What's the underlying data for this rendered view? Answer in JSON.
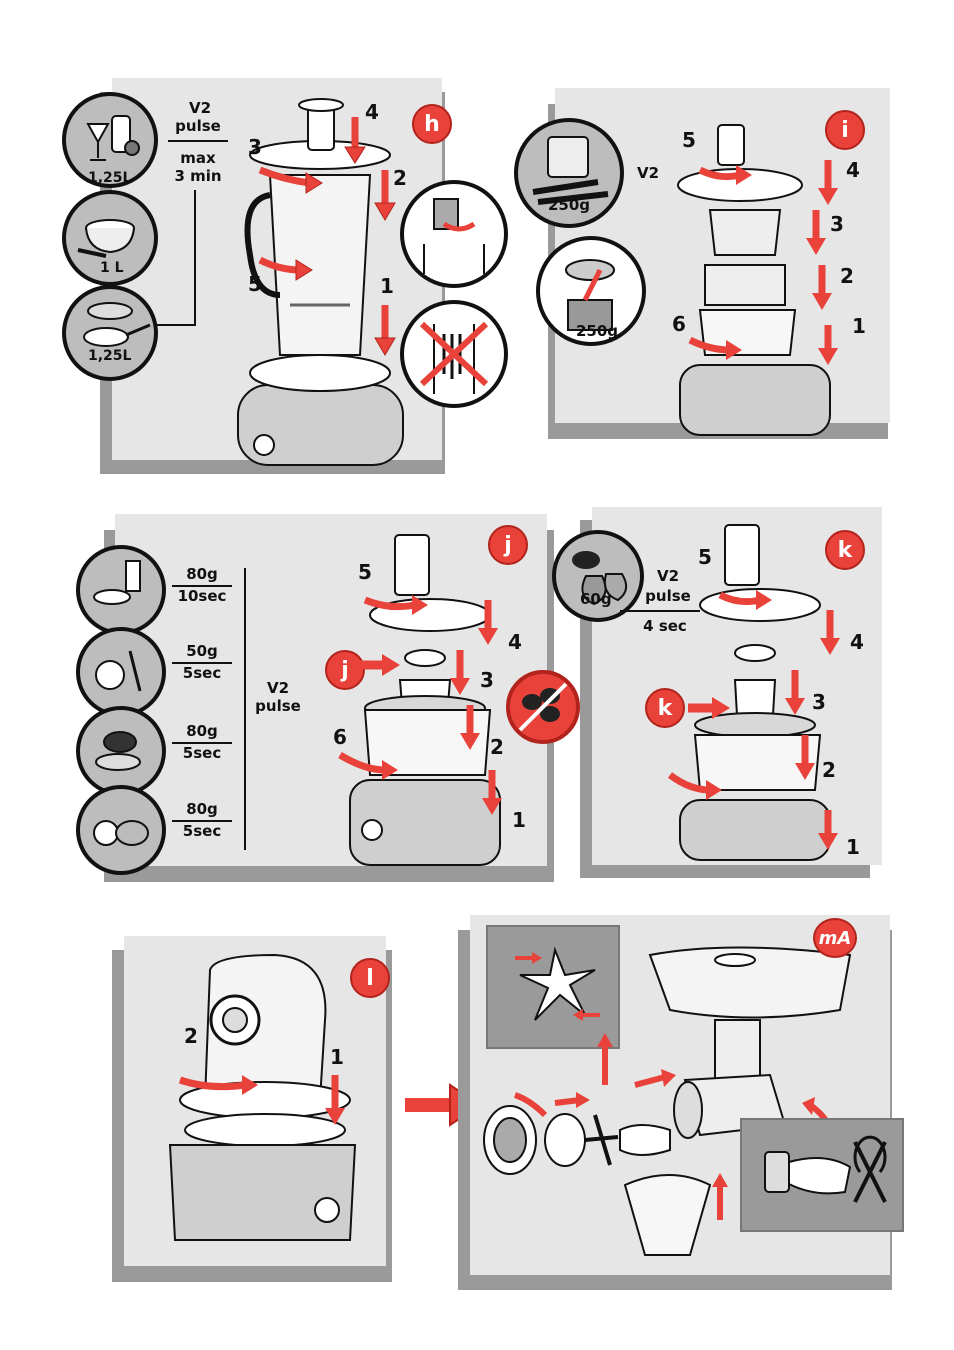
{
  "panels": {
    "h": {
      "badge": "h",
      "setting_top": "V2",
      "setting_mid": "pulse",
      "setting_bottom_1": "max",
      "setting_bottom_2": "3 min",
      "capacities": [
        "1,25L",
        "1 L",
        "1,25L"
      ],
      "steps": [
        "1",
        "2",
        "3",
        "4",
        "5"
      ]
    },
    "i": {
      "badge": "i",
      "setting": "V2",
      "weights": [
        "250g",
        "250g"
      ],
      "steps": [
        "1",
        "2",
        "3",
        "4",
        "5",
        "6"
      ]
    },
    "j": {
      "badge": "j",
      "side_badge": "j",
      "setting_top": "V2",
      "setting_bottom": "pulse",
      "rows": [
        {
          "qty": "80g",
          "time": "10sec"
        },
        {
          "qty": "50g",
          "time": "5sec"
        },
        {
          "qty": "80g",
          "time": "5sec"
        },
        {
          "qty": "80g",
          "time": "5sec"
        }
      ],
      "steps": [
        "1",
        "2",
        "3",
        "4",
        "5",
        "6"
      ]
    },
    "k": {
      "badge": "k",
      "side_badge": "k",
      "qty": "60g",
      "setting_top": "V2",
      "setting_mid": "pulse",
      "time": "4 sec",
      "steps": [
        "1",
        "2",
        "3",
        "4",
        "5"
      ]
    },
    "l": {
      "badge": "l",
      "steps": [
        "1",
        "2"
      ]
    },
    "m": {
      "badge": "mA"
    }
  }
}
